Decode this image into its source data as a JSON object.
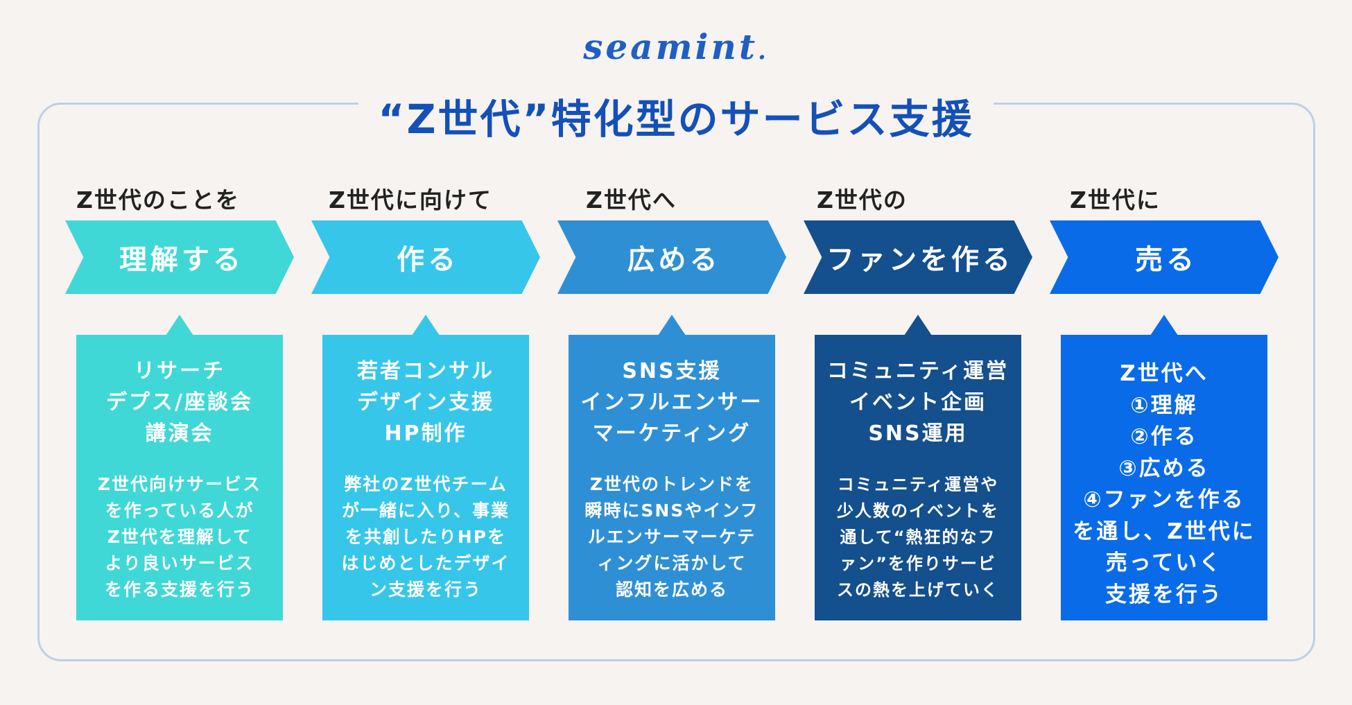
{
  "logo": "seamint",
  "logo_dot": ".",
  "title": "“Z世代”特化型のサービス支援",
  "steps": [
    {
      "lead": "Z世代のことを",
      "action": "理解する",
      "color": "#3fd8d6",
      "main": [
        "リサーチ",
        "デプス/座談会",
        "講演会"
      ],
      "desc": [
        "Z世代向けサービス",
        "を作っている人が",
        "Z世代を理解して",
        "より良いサービス",
        "を作る支援を行う"
      ]
    },
    {
      "lead": "Z世代に向けて",
      "action": "作る",
      "color": "#36c6ea",
      "main": [
        "若者コンサル",
        "デザイン支援",
        "HP制作"
      ],
      "desc": [
        "弊社のZ世代チーム",
        "が一緒に入り、事業",
        "を共創したりHPを",
        "はじめとしたデザイ",
        "ン支援を行う"
      ]
    },
    {
      "lead": "Z世代へ",
      "action": "広める",
      "color": "#2f8fd5",
      "main": [
        "SNS支援",
        "インフルエンサー",
        "マーケティング"
      ],
      "desc": [
        "Z世代のトレンドを",
        "瞬時にSNSやインフ",
        "ルエンサーマーケテ",
        "ィングに活かして",
        "認知を広める"
      ]
    },
    {
      "lead": "Z世代の",
      "action": "ファンを作る",
      "color": "#144f8e",
      "main": [
        "コミュニティ運営",
        "イベント企画",
        "SNS運用"
      ],
      "desc": [
        "コミュニティ運営や",
        "少人数のイベントを",
        "通して“熱狂的なフ",
        "ァン”を作りサービ",
        "スの熱を上げていく"
      ]
    },
    {
      "lead": "Z世代に",
      "action": "売る",
      "color": "#0a6be8",
      "text": [
        "Z世代へ",
        "①理解",
        "②作る",
        "③広める",
        "④ファンを作る",
        "を通し、Z世代に",
        "売っていく",
        "支援を行う"
      ]
    }
  ]
}
